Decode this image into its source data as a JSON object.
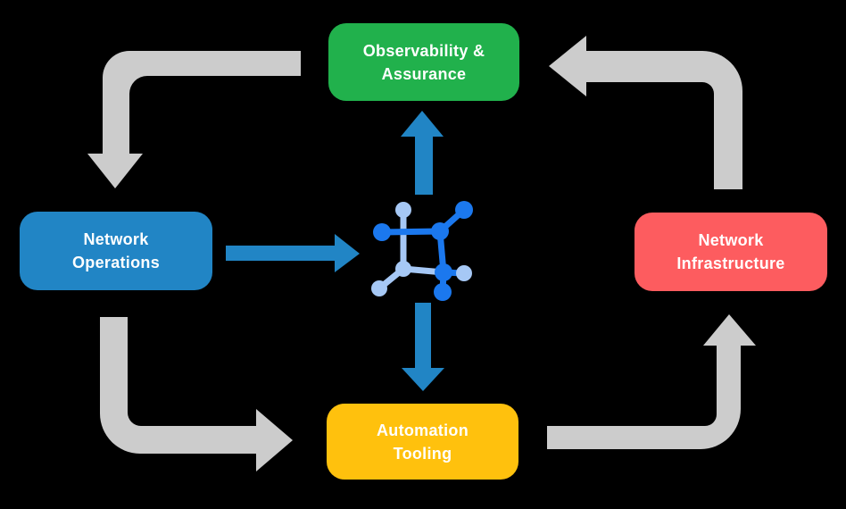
{
  "title": "Network automation cycle diagram",
  "colors": {
    "background": "#000000",
    "arrow_gray": "#CCCCCC",
    "arrow_blue": "#2185C5",
    "icon_blue_dark": "#1B78EE",
    "icon_blue_light": "#A6C8F5",
    "text": "#FFFFFF",
    "node_green": "#21B14C",
    "node_blue": "#2185C5",
    "node_red": "#FD5C5F",
    "node_yellow": "#FFC10D"
  },
  "nodes": {
    "observability": {
      "line1": "Observability &",
      "line2": "Assurance",
      "color": "#21B14C"
    },
    "operations": {
      "line1": "Network",
      "line2": "Operations",
      "color": "#2185C5"
    },
    "infrastructure": {
      "line1": "Network",
      "line2": "Infrastructure",
      "color": "#FD5C5F"
    },
    "automation": {
      "line1": "Automation",
      "line2": "Tooling",
      "color": "#FFC10D"
    }
  },
  "center_icon": "network-mesh-icon",
  "edges": [
    {
      "from": "observability-assurance",
      "to": "network-operations",
      "style": "gray-elbow"
    },
    {
      "from": "network-operations",
      "to": "automation-tooling",
      "style": "gray-elbow"
    },
    {
      "from": "automation-tooling",
      "to": "network-infrastructure",
      "style": "gray-elbow"
    },
    {
      "from": "network-infrastructure",
      "to": "observability-assurance",
      "style": "gray-elbow"
    },
    {
      "from": "network-operations",
      "to": "center-icon",
      "style": "blue-straight"
    },
    {
      "from": "center-icon",
      "to": "observability-assurance",
      "style": "blue-straight"
    },
    {
      "from": "center-icon",
      "to": "automation-tooling",
      "style": "blue-straight"
    }
  ]
}
